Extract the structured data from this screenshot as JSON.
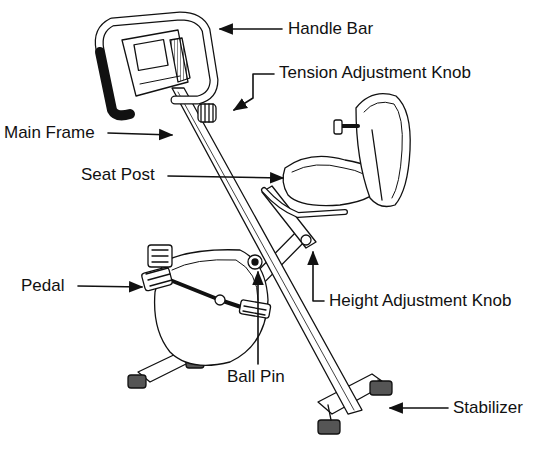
{
  "diagram": {
    "labels": [
      "Handle Bar",
      "Tension Adjustment Knob",
      "Main Frame",
      "Seat Post",
      "Pedal",
      "Height Adjustment Knob",
      "Ball Pin",
      "Stabilizer"
    ]
  }
}
